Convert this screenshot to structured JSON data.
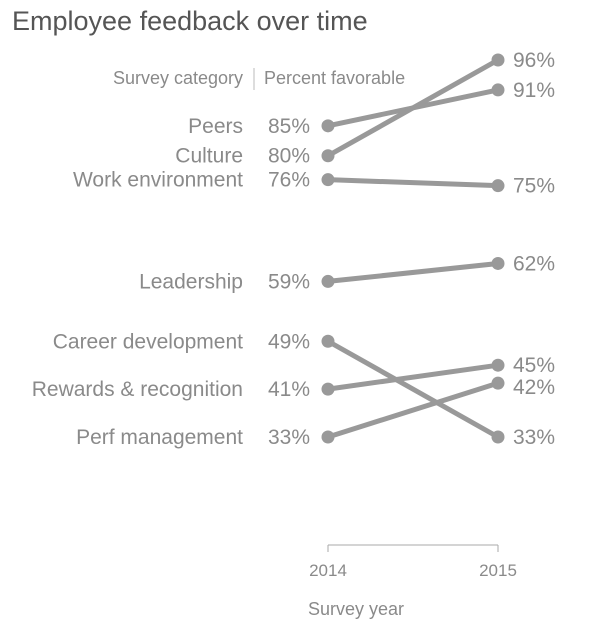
{
  "chart_data": {
    "type": "line",
    "title": "Employee feedback over time",
    "header_left": "Survey category",
    "header_right": "Percent favorable",
    "x": [
      "2014",
      "2015"
    ],
    "xlabel": "Survey year",
    "value_suffix": "%",
    "series": [
      {
        "name": "Peers",
        "values": [
          85,
          91
        ]
      },
      {
        "name": "Culture",
        "values": [
          80,
          96
        ]
      },
      {
        "name": "Work environment",
        "values": [
          76,
          75
        ]
      },
      {
        "name": "Leadership",
        "values": [
          59,
          62
        ]
      },
      {
        "name": "Career development",
        "values": [
          49,
          33
        ]
      },
      {
        "name": "Rewards & recognition",
        "values": [
          41,
          45
        ]
      },
      {
        "name": "Perf management",
        "values": [
          33,
          42
        ]
      }
    ],
    "colors": {
      "line": "#999999",
      "text": "#8a8a8a",
      "title": "#555555"
    }
  }
}
